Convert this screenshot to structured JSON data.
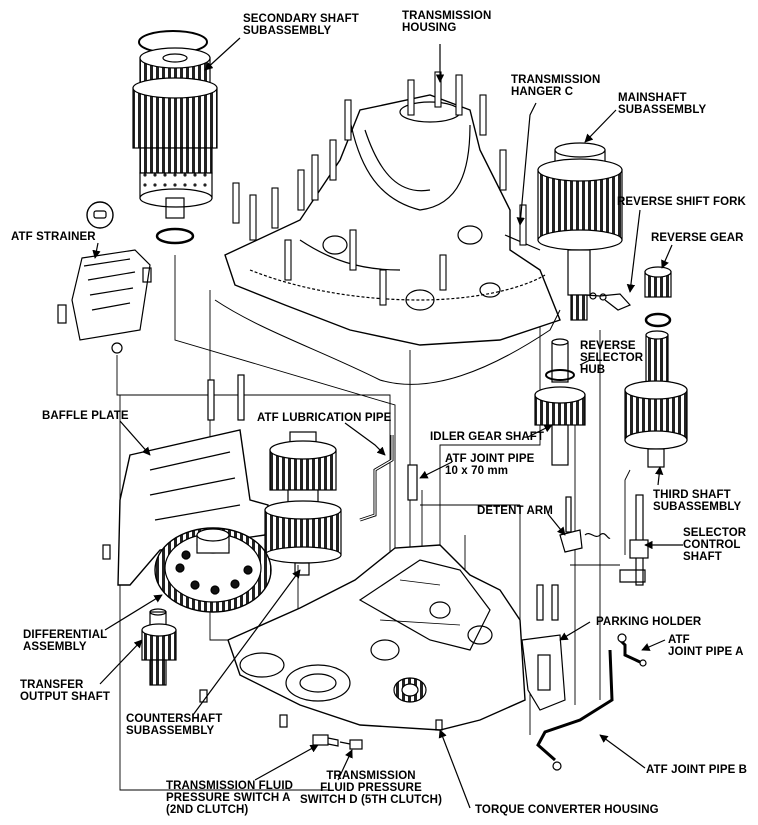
{
  "labels": {
    "secondary_shaft": "SECONDARY SHAFT\nSUBASSEMBLY",
    "transmission_housing": "TRANSMISSION\nHOUSING",
    "transmission_hanger_c": "TRANSMISSION\nHANGER C",
    "mainshaft": "MAINSHAFT\nSUBASSEMBLY",
    "reverse_shift_fork": "REVERSE SHIFT FORK",
    "reverse_gear": "REVERSE GEAR",
    "atf_strainer": "ATF STRAINER",
    "reverse_selector_hub": "REVERSE\nSELECTOR\nHUB",
    "baffle_plate": "BAFFLE PLATE",
    "atf_lubrication_pipe": "ATF LUBRICATION PIPE",
    "idler_gear_shaft": "IDLER GEAR SHAFT",
    "atf_joint_pipe_10x70": "ATF JOINT PIPE\n10 x 70 mm",
    "detent_arm": "DETENT ARM",
    "third_shaft": "THIRD SHAFT\nSUBASSEMBLY",
    "selector_control_shaft": "SELECTOR\nCONTROL\nSHAFT",
    "parking_holder": "PARKING HOLDER",
    "atf_joint_pipe_a": "ATF\nJOINT PIPE A",
    "differential_assembly": "DIFFERENTIAL\nASSEMBLY",
    "transfer_output_shaft": "TRANSFER\nOUTPUT SHAFT",
    "countershaft": "COUNTERSHAFT\nSUBASSEMBLY",
    "atf_joint_pipe_b": "ATF JOINT PIPE B",
    "pressure_switch_a": "TRANSMISSION FLUID\nPRESSURE SWITCH A\n(2ND CLUTCH)",
    "pressure_switch_d": "TRANSMISSION\nFLUID PRESSURE\nSWITCH D (5TH CLUTCH)",
    "torque_converter_housing": "TORQUE CONVERTER HOUSING"
  }
}
